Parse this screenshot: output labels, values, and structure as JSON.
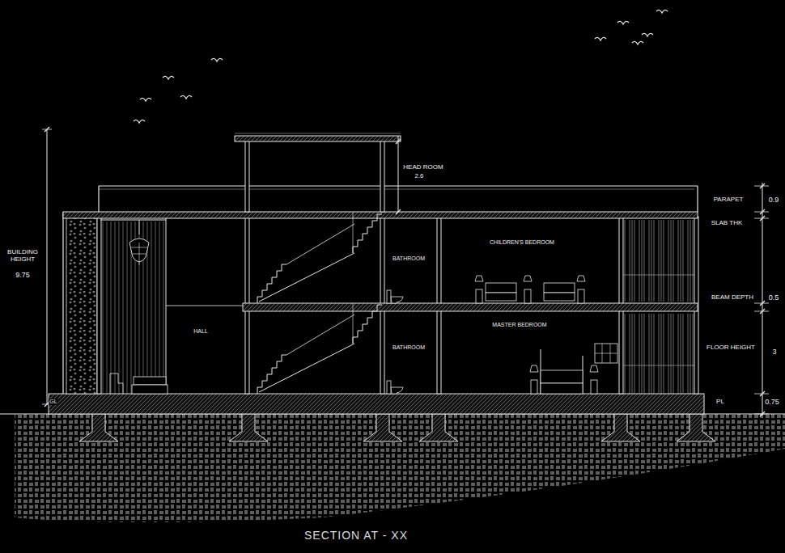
{
  "diagram": {
    "caption": "SECTION AT - XX",
    "nodes": [
      {
        "text": [
          "BATHROOM"
        ]
      },
      {
        "text": [
          "CHILDREN'S BEDROOM"
        ]
      },
      {
        "text": [
          "HALL"
        ]
      },
      {
        "text": [
          "BATHROOM"
        ]
      },
      {
        "text": [
          "MASTER BEDROOM"
        ]
      }
    ],
    "labels": [
      "HEAD ROOM",
      "2.6",
      "PARAPET",
      "0.9",
      "SLAB THK",
      "BEAM DEPTH",
      "0.5",
      "FLOOR HEIGHT",
      "3",
      "PL",
      "0.75",
      "BUILDING HEIGHT",
      "9.75",
      "GL"
    ]
  }
}
